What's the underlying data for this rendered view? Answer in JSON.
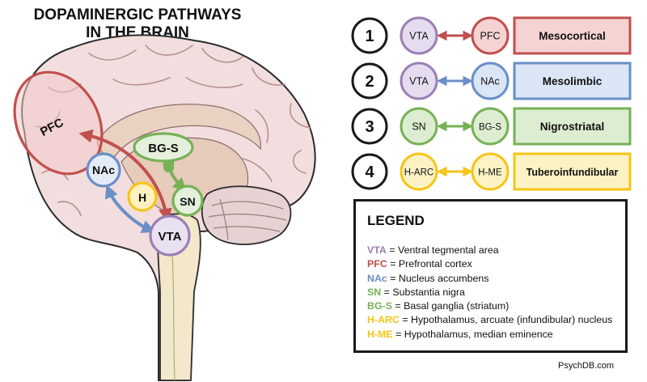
{
  "title": {
    "line1": "DOPAMINERGIC PATHWAYS",
    "line2": "IN THE BRAIN"
  },
  "brain_labels": {
    "pfc": "PFC",
    "nac": "NAc",
    "bgs": "BG-S",
    "h": "H",
    "sn": "SN",
    "vta": "VTA"
  },
  "pathways": [
    {
      "number": "1",
      "from": "VTA",
      "to": "PFC",
      "name": "Mesocortical",
      "color": "#c0504d",
      "fill": "#f6d3d3",
      "from_color": "#9b7fb6",
      "from_fill": "#e6dcef"
    },
    {
      "number": "2",
      "from": "VTA",
      "to": "NAc",
      "name": "Mesolimbic",
      "color": "#6a8fc7",
      "fill": "#dae5f6",
      "from_color": "#9b7fb6",
      "from_fill": "#e6dcef"
    },
    {
      "number": "3",
      "from": "SN",
      "to": "BG-S",
      "name": "Nigrostriatal",
      "color": "#77b157",
      "fill": "#dcedd1",
      "from_color": "#77b157",
      "from_fill": "#dcedd1"
    },
    {
      "number": "4",
      "from": "H-ARC",
      "to": "H-ME",
      "name": "Tuberoinfundibular",
      "color": "#f5c518",
      "fill": "#fdf2c3",
      "from_color": "#f5c518",
      "from_fill": "#fdf2c3"
    }
  ],
  "legend": {
    "title": "LEGEND",
    "items": [
      {
        "abbr": "VTA",
        "desc": " = Ventral tegmental area",
        "color": "#9b7fb6"
      },
      {
        "abbr": "PFC",
        "desc": " = Prefrontal cortex",
        "color": "#c0504d"
      },
      {
        "abbr": "NAc",
        "desc": " = Nucleus accumbens",
        "color": "#6a8fc7"
      },
      {
        "abbr": "SN",
        "desc": " = Substantia nigra",
        "color": "#77b157"
      },
      {
        "abbr": "BG-S",
        "desc": " = Basal ganglia (striatum)",
        "color": "#77b157"
      },
      {
        "abbr": "H-ARC",
        "desc": " = Hypothalamus, arcuate (infundibular) nucleus",
        "color": "#f5c518"
      },
      {
        "abbr": "H-ME",
        "desc": " = Hypothalamus, median eminence",
        "color": "#f5c518"
      }
    ]
  },
  "credit": "PsychDB.com"
}
